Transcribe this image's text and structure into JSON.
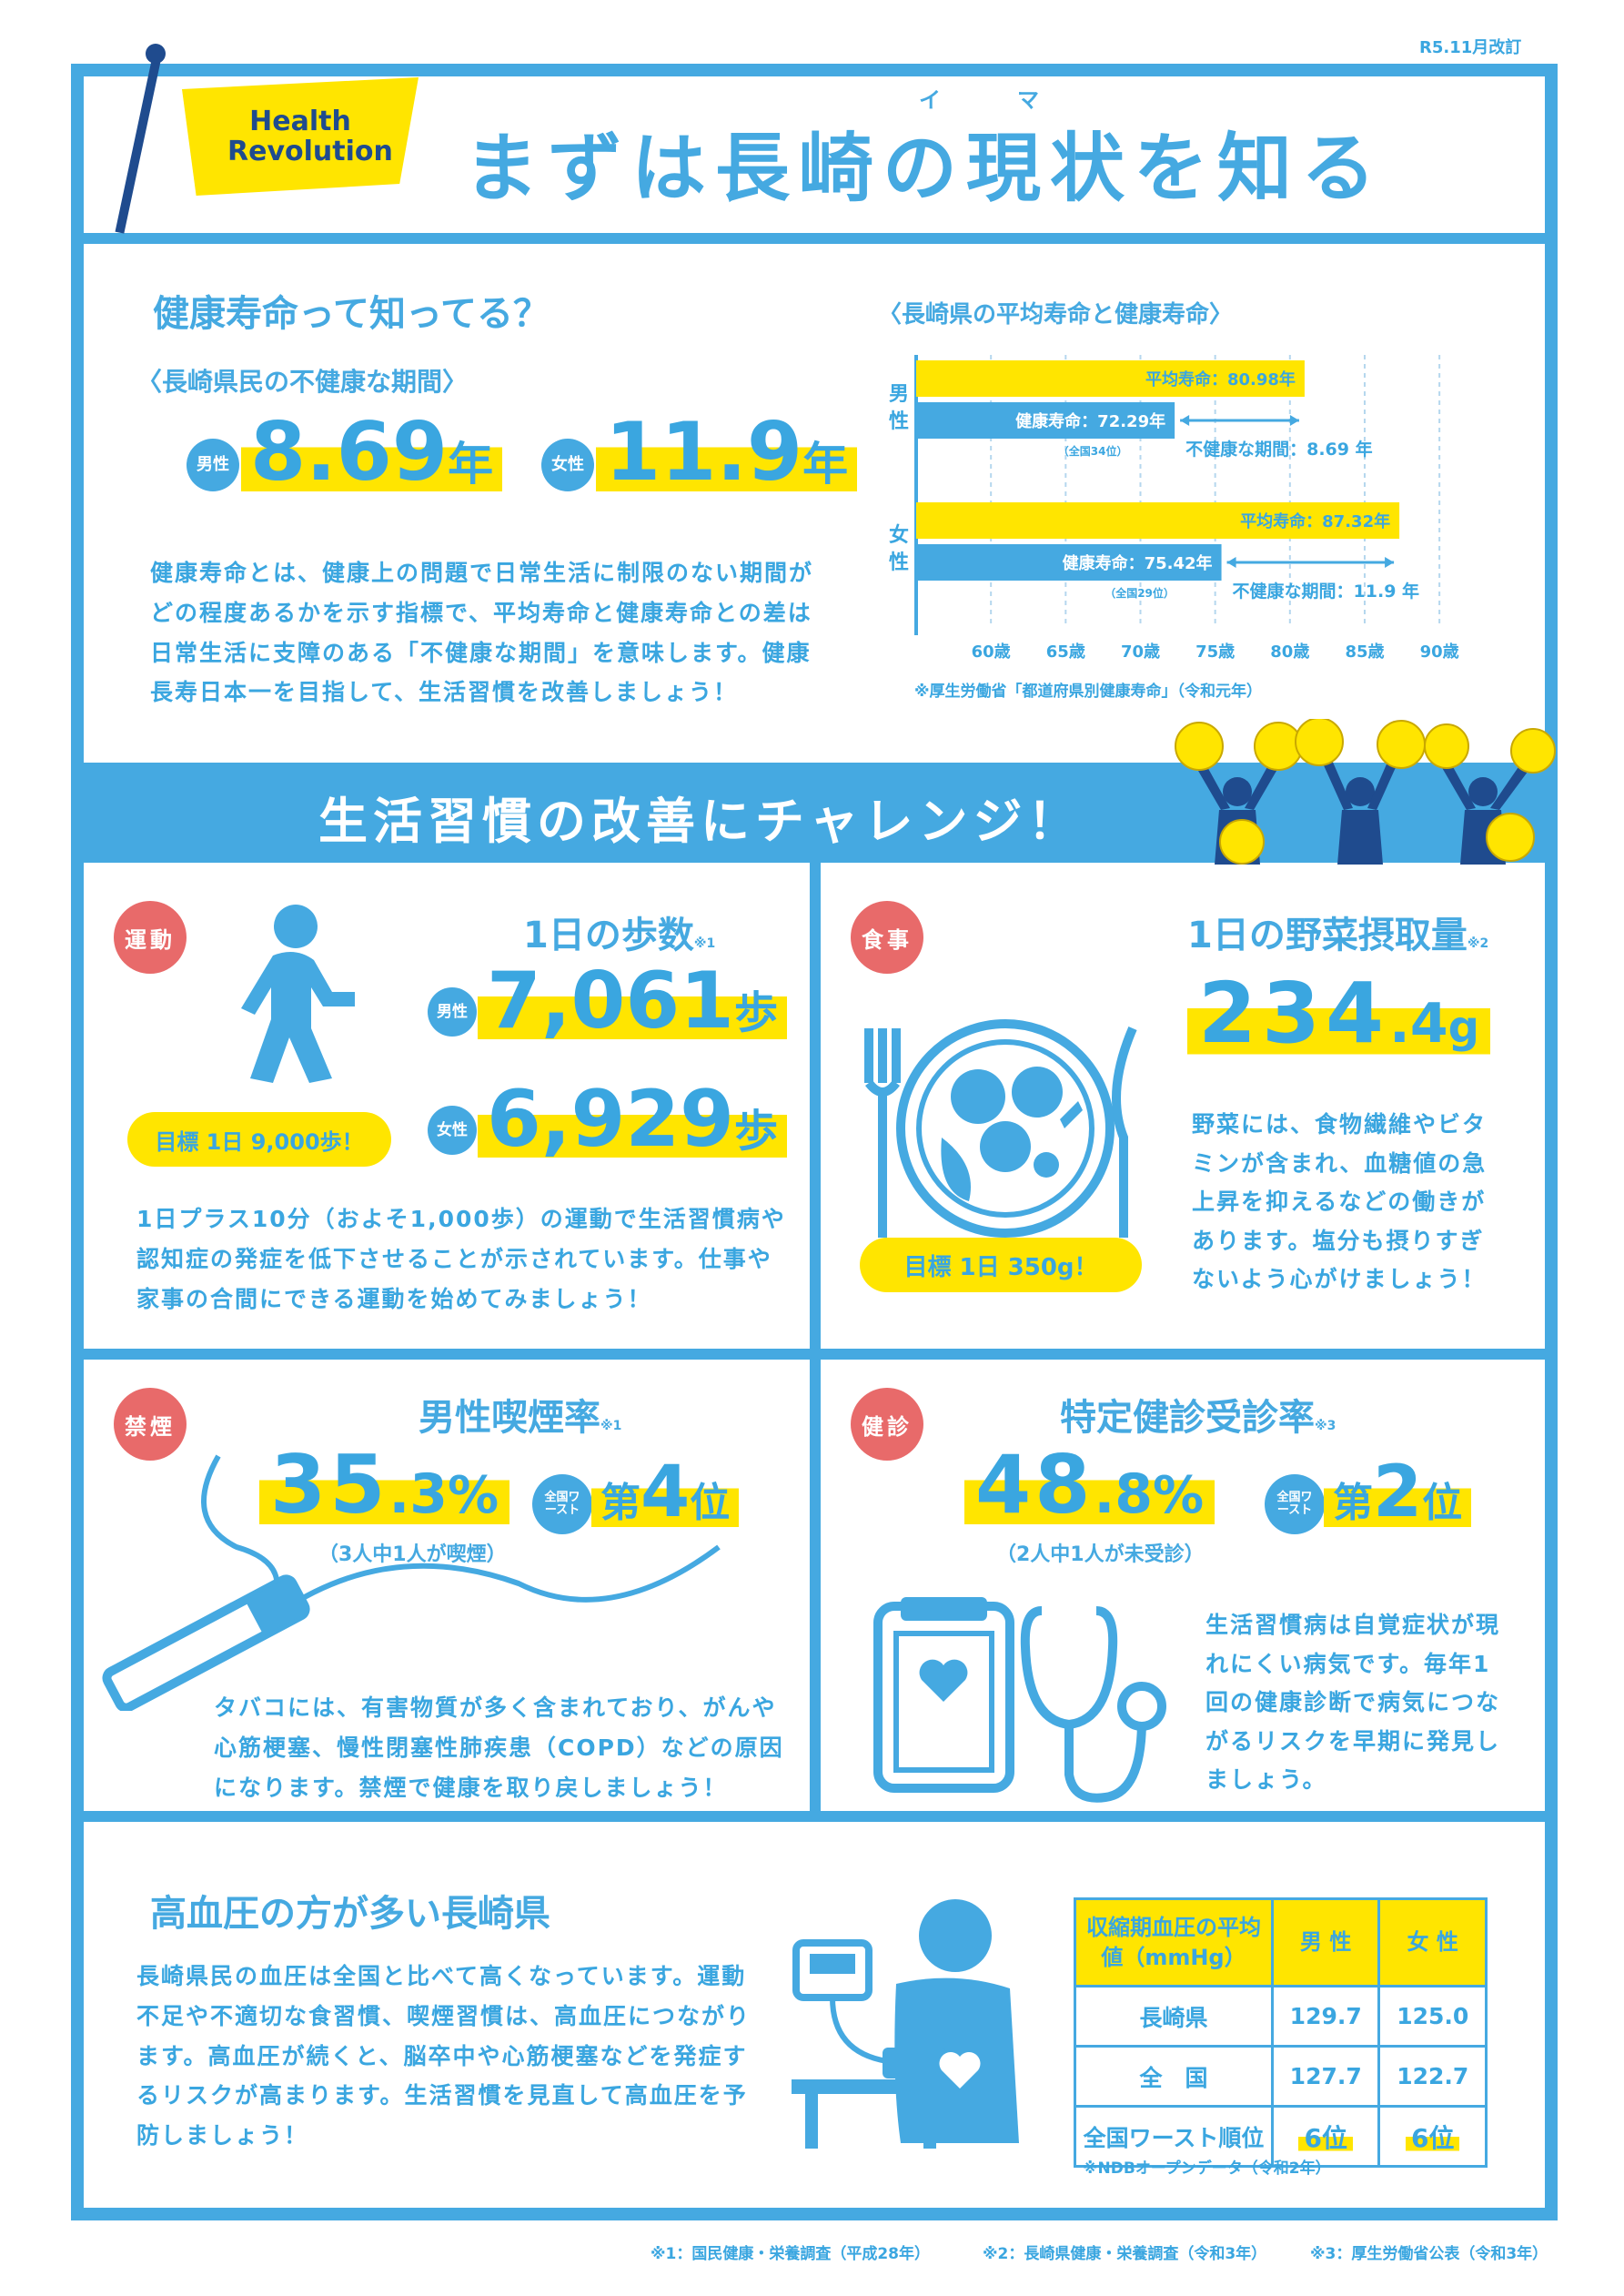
{
  "revision": "R5.11月改訂",
  "header": {
    "badge": "Health Revolution",
    "title": "まずは長崎の現状を知る",
    "ruby": "イ　マ"
  },
  "life": {
    "heading": "健康寿命って知ってる？",
    "sub": "〈長崎県民の不健康な期間〉",
    "male_label": "男性",
    "male_value": "8.69",
    "male_unit": "年",
    "female_label": "女性",
    "female_value": "11.9",
    "female_unit": "年",
    "text": "健康寿命とは、健康上の問題で日常生活に制限のない期間がどの程度あるかを示す指標で、平均寿命と健康寿命との差は日常生活に支障のある「不健康な期間」を意味します。健康長寿日本一を目指して、生活習慣を改善しましょう！"
  },
  "chart_data": {
    "type": "bar",
    "title": "〈長崎県の平均寿命と健康寿命〉",
    "categories": [
      "男性",
      "女性"
    ],
    "series": [
      {
        "name": "平均寿命",
        "values": [
          80.98,
          87.32
        ]
      },
      {
        "name": "健康寿命",
        "values": [
          72.29,
          75.42
        ]
      }
    ],
    "bar_labels": {
      "male_avg": "平均寿命：80.98年",
      "male_health": "健康寿命：72.29年",
      "male_rank": "（全国34位）",
      "male_gap": "不健康な期間：8.69 年",
      "female_avg": "平均寿命：87.32年",
      "female_health": "健康寿命：75.42年",
      "female_rank": "（全国29位）",
      "female_gap": "不健康な期間：11.9 年"
    },
    "xlim": [
      55,
      92
    ],
    "ticks": [
      "60歳",
      "65歳",
      "70歳",
      "75歳",
      "80歳",
      "85歳",
      "90歳"
    ],
    "tick_values": [
      60,
      65,
      70,
      75,
      80,
      85,
      90
    ],
    "source": "※厚生労働省「都道府県別健康寿命」（令和元年）",
    "grid": true
  },
  "banner": "生活習慣の改善にチャレンジ！",
  "exercise": {
    "tag": "運動",
    "title": "1日の歩数",
    "note": "※1",
    "male_label": "男性",
    "male_value": "7,061",
    "female_label": "女性",
    "female_value": "6,929",
    "unit": "歩",
    "goal": "目標 1日 9,000歩！",
    "text": "1日プラス10分（およそ1,000歩）の運動で生活習慣病や認知症の発症を低下させることが示されています。仕事や家事の合間にできる運動を始めてみましょう！"
  },
  "diet": {
    "tag": "食事",
    "title": "1日の野菜摂取量",
    "note": "※2",
    "value_int": "234",
    "value_dec": ".4",
    "unit": "g",
    "goal": "目標 1日 350g！",
    "text": "野菜には、食物繊維やビタミンが含まれ、血糖値の急上昇を抑えるなどの働きがあります。塩分も摂りすぎないよう心がけましょう！"
  },
  "smoking": {
    "tag": "禁煙",
    "title": "男性喫煙率",
    "note": "※1",
    "value_int": "35",
    "value_dec": ".3",
    "unit": "%",
    "sub": "（3人中1人が喫煙）",
    "badge": "全国ワースト",
    "rank_pre": "第",
    "rank": "4",
    "rank_post": "位",
    "text": "タバコには、有害物質が多く含まれており、がんや心筋梗塞、慢性閉塞性肺疾患（COPD）などの原因になります。禁煙で健康を取り戻しましょう！"
  },
  "checkup": {
    "tag": "健診",
    "title": "特定健診受診率",
    "note": "※3",
    "value_int": "48",
    "value_dec": ".8",
    "unit": "%",
    "sub": "（2人中1人が未受診）",
    "badge": "全国ワースト",
    "rank_pre": "第",
    "rank": "2",
    "rank_post": "位",
    "text": "生活習慣病は自覚症状が現れにくい病気です。毎年1回の健康診断で病気につながるリスクを早期に発見しましょう。"
  },
  "bp": {
    "title": "高血圧の方が多い長崎県",
    "text": "長崎県民の血圧は全国と比べて高くなっています。運動不足や不適切な食習慣、喫煙習慣は、高血圧につながります。高血圧が続くと、脳卒中や心筋梗塞などを発症するリスクが高まります。生活習慣を見直して高血圧を予防しましょう！",
    "table": {
      "h0": "収縮期血圧の平均値（mmHg）",
      "h1": "男 性",
      "h2": "女 性",
      "r1": [
        "長崎県",
        "129.7",
        "125.0"
      ],
      "r2": [
        "全　国",
        "127.7",
        "122.7"
      ],
      "r3": [
        "全国ワースト順位",
        "6位",
        "6位"
      ]
    },
    "source": "※NDBオープンデータ（令和2年）"
  },
  "footnotes": [
    "※1：国民健康・栄養調査（平成28年）",
    "※2：長崎県健康・栄養調査（令和3年）",
    "※3：厚生労働省公表（令和3年）"
  ],
  "colors": {
    "primary": "#45a9e1",
    "accent": "#ffe500",
    "tag": "#e86a6a",
    "navy": "#1f4b8e"
  }
}
